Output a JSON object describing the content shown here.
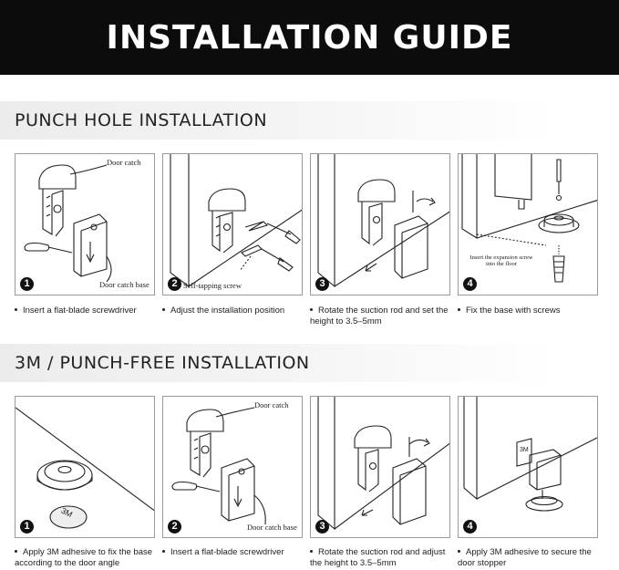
{
  "header": {
    "title": "INSTALLATION GUIDE"
  },
  "sections": [
    {
      "title": "PUNCH HOLE INSTALLATION",
      "steps": [
        {
          "num": "1",
          "caption": "Insert a flat-blade screwdriver",
          "callouts": [
            "Door catch",
            "Door catch base"
          ]
        },
        {
          "num": "2",
          "caption": "Adjust the installation position",
          "callouts": [
            "Self-tapping screw"
          ]
        },
        {
          "num": "3",
          "caption": "Rotate the suction rod and set the height to 3.5–5mm",
          "callouts": []
        },
        {
          "num": "4",
          "caption": "Fix the base with screws",
          "callouts": [
            "Insert the expansion screw into the floor"
          ]
        }
      ]
    },
    {
      "title": "3M / PUNCH-FREE INSTALLATION",
      "steps": [
        {
          "num": "1",
          "caption": "Apply 3M adhesive to fix the base according to the door angle",
          "callouts": [
            "3M"
          ]
        },
        {
          "num": "2",
          "caption": "Insert a flat-blade screwdriver",
          "callouts": [
            "Door catch",
            "Door catch base"
          ]
        },
        {
          "num": "3",
          "caption": "Rotate the suction rod and adjust the height to 3.5–5mm",
          "callouts": []
        },
        {
          "num": "4",
          "caption": "Apply 3M adhesive to secure the door stopper",
          "callouts": [
            "3M"
          ]
        }
      ]
    }
  ],
  "colors": {
    "banner": "#0c0c0c",
    "line": "#222222",
    "panel_border": "#9a9a9a"
  }
}
